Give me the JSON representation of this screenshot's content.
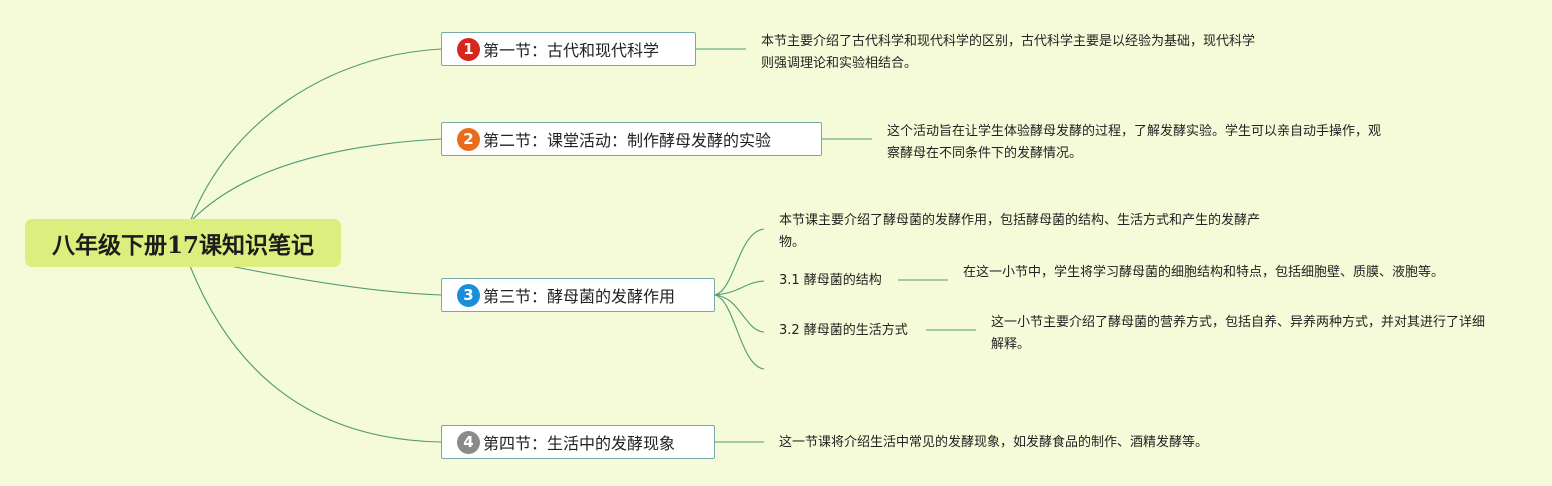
{
  "root": {
    "title": "八年级下册17课知识笔记"
  },
  "sections": [
    {
      "badge": "1",
      "badge_color": "#d7261e",
      "title": "第一节：古代和现代科学",
      "note": "本节主要介绍了古代科学和现代科学的区别，古代科学主要是以经验为基础，现代科学则强调理论和实验相结合。"
    },
    {
      "badge": "2",
      "badge_color": "#e86c1c",
      "title": "第二节：课堂活动：制作酵母发酵的实验",
      "note": "这个活动旨在让学生体验酵母发酵的过程，了解发酵实验。学生可以亲自动手操作，观察酵母在不同条件下的发酵情况。"
    },
    {
      "badge": "3",
      "badge_color": "#1a8fd8",
      "title": "第三节：酵母菌的发酵作用",
      "note": "本节课主要介绍了酵母菌的发酵作用，包括酵母菌的结构、生活方式和产生的发酵产物。",
      "subtopics": [
        {
          "label": "3.1 酵母菌的结构",
          "note": "在这一小节中，学生将学习酵母菌的细胞结构和特点，包括细胞壁、质膜、液胞等。"
        },
        {
          "label": "3.2 酵母菌的生活方式",
          "note": "这一小节主要介绍了酵母菌的营养方式，包括自养、异养两种方式，并对其进行了详细解释。"
        }
      ]
    },
    {
      "badge": "4",
      "badge_color": "#8a8a8a",
      "title": "第四节：生活中的发酵现象",
      "note": "这一节课将介绍生活中常见的发酵现象，如发酵食品的制作、酒精发酵等。"
    }
  ],
  "line_color": "#4f9a78"
}
